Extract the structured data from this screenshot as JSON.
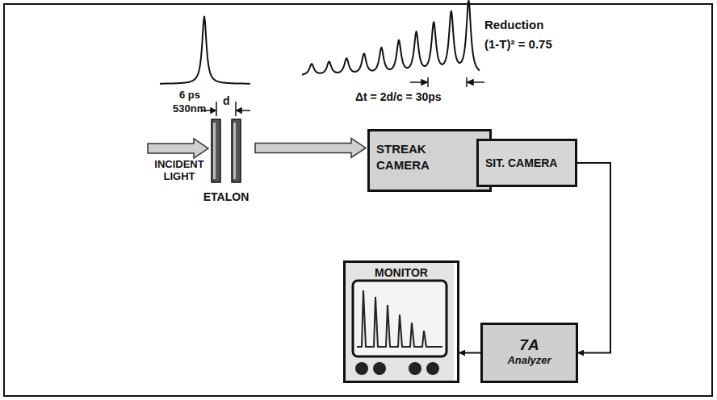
{
  "diagram": {
    "nodes": [
      {
        "text": [
          "ETALON"
        ]
      },
      {
        "text": [
          "STREAK CAMERA"
        ]
      },
      {
        "text": [
          "SIT. CAMERA"
        ]
      },
      {
        "text": [
          "7A",
          "Analyzer"
        ]
      },
      {
        "text": [
          "MONITOR"
        ]
      }
    ],
    "edges": [
      {
        "from": 0,
        "to": 1,
        "arrow": "to"
      },
      {
        "from": 2,
        "to": 3,
        "arrow": "to"
      },
      {
        "from": 3,
        "to": 4,
        "arrow": "to"
      }
    ],
    "labels": [
      "6 ps",
      "530nm",
      "Reduction",
      "(1-T)² = 0.75",
      "Δt = 2d/c = 30ps",
      "d",
      "INCIDENT LIGHT"
    ]
  }
}
